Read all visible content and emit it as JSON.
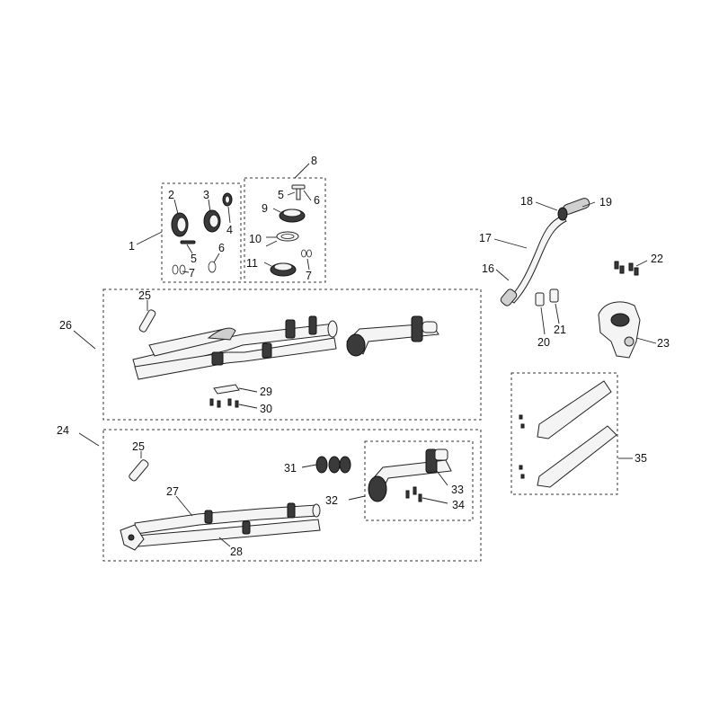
{
  "callouts": {
    "c1": "1",
    "c2": "2",
    "c3": "3",
    "c4": "4",
    "c5a": "5",
    "c5b": "5",
    "c6a": "6",
    "c6b": "6",
    "c7a": "7",
    "c7b": "7",
    "c8": "8",
    "c9": "9",
    "c10": "10",
    "c11": "11",
    "c16": "16",
    "c17": "17",
    "c18": "18",
    "c19": "19",
    "c20": "20",
    "c21": "21",
    "c22": "22",
    "c23": "23",
    "c24": "24",
    "c25a": "25",
    "c25b": "25",
    "c26": "26",
    "c27": "27",
    "c28": "28",
    "c29": "29",
    "c30": "30",
    "c31": "31",
    "c32": "32",
    "c33": "33",
    "c34": "34",
    "c35": "35"
  }
}
